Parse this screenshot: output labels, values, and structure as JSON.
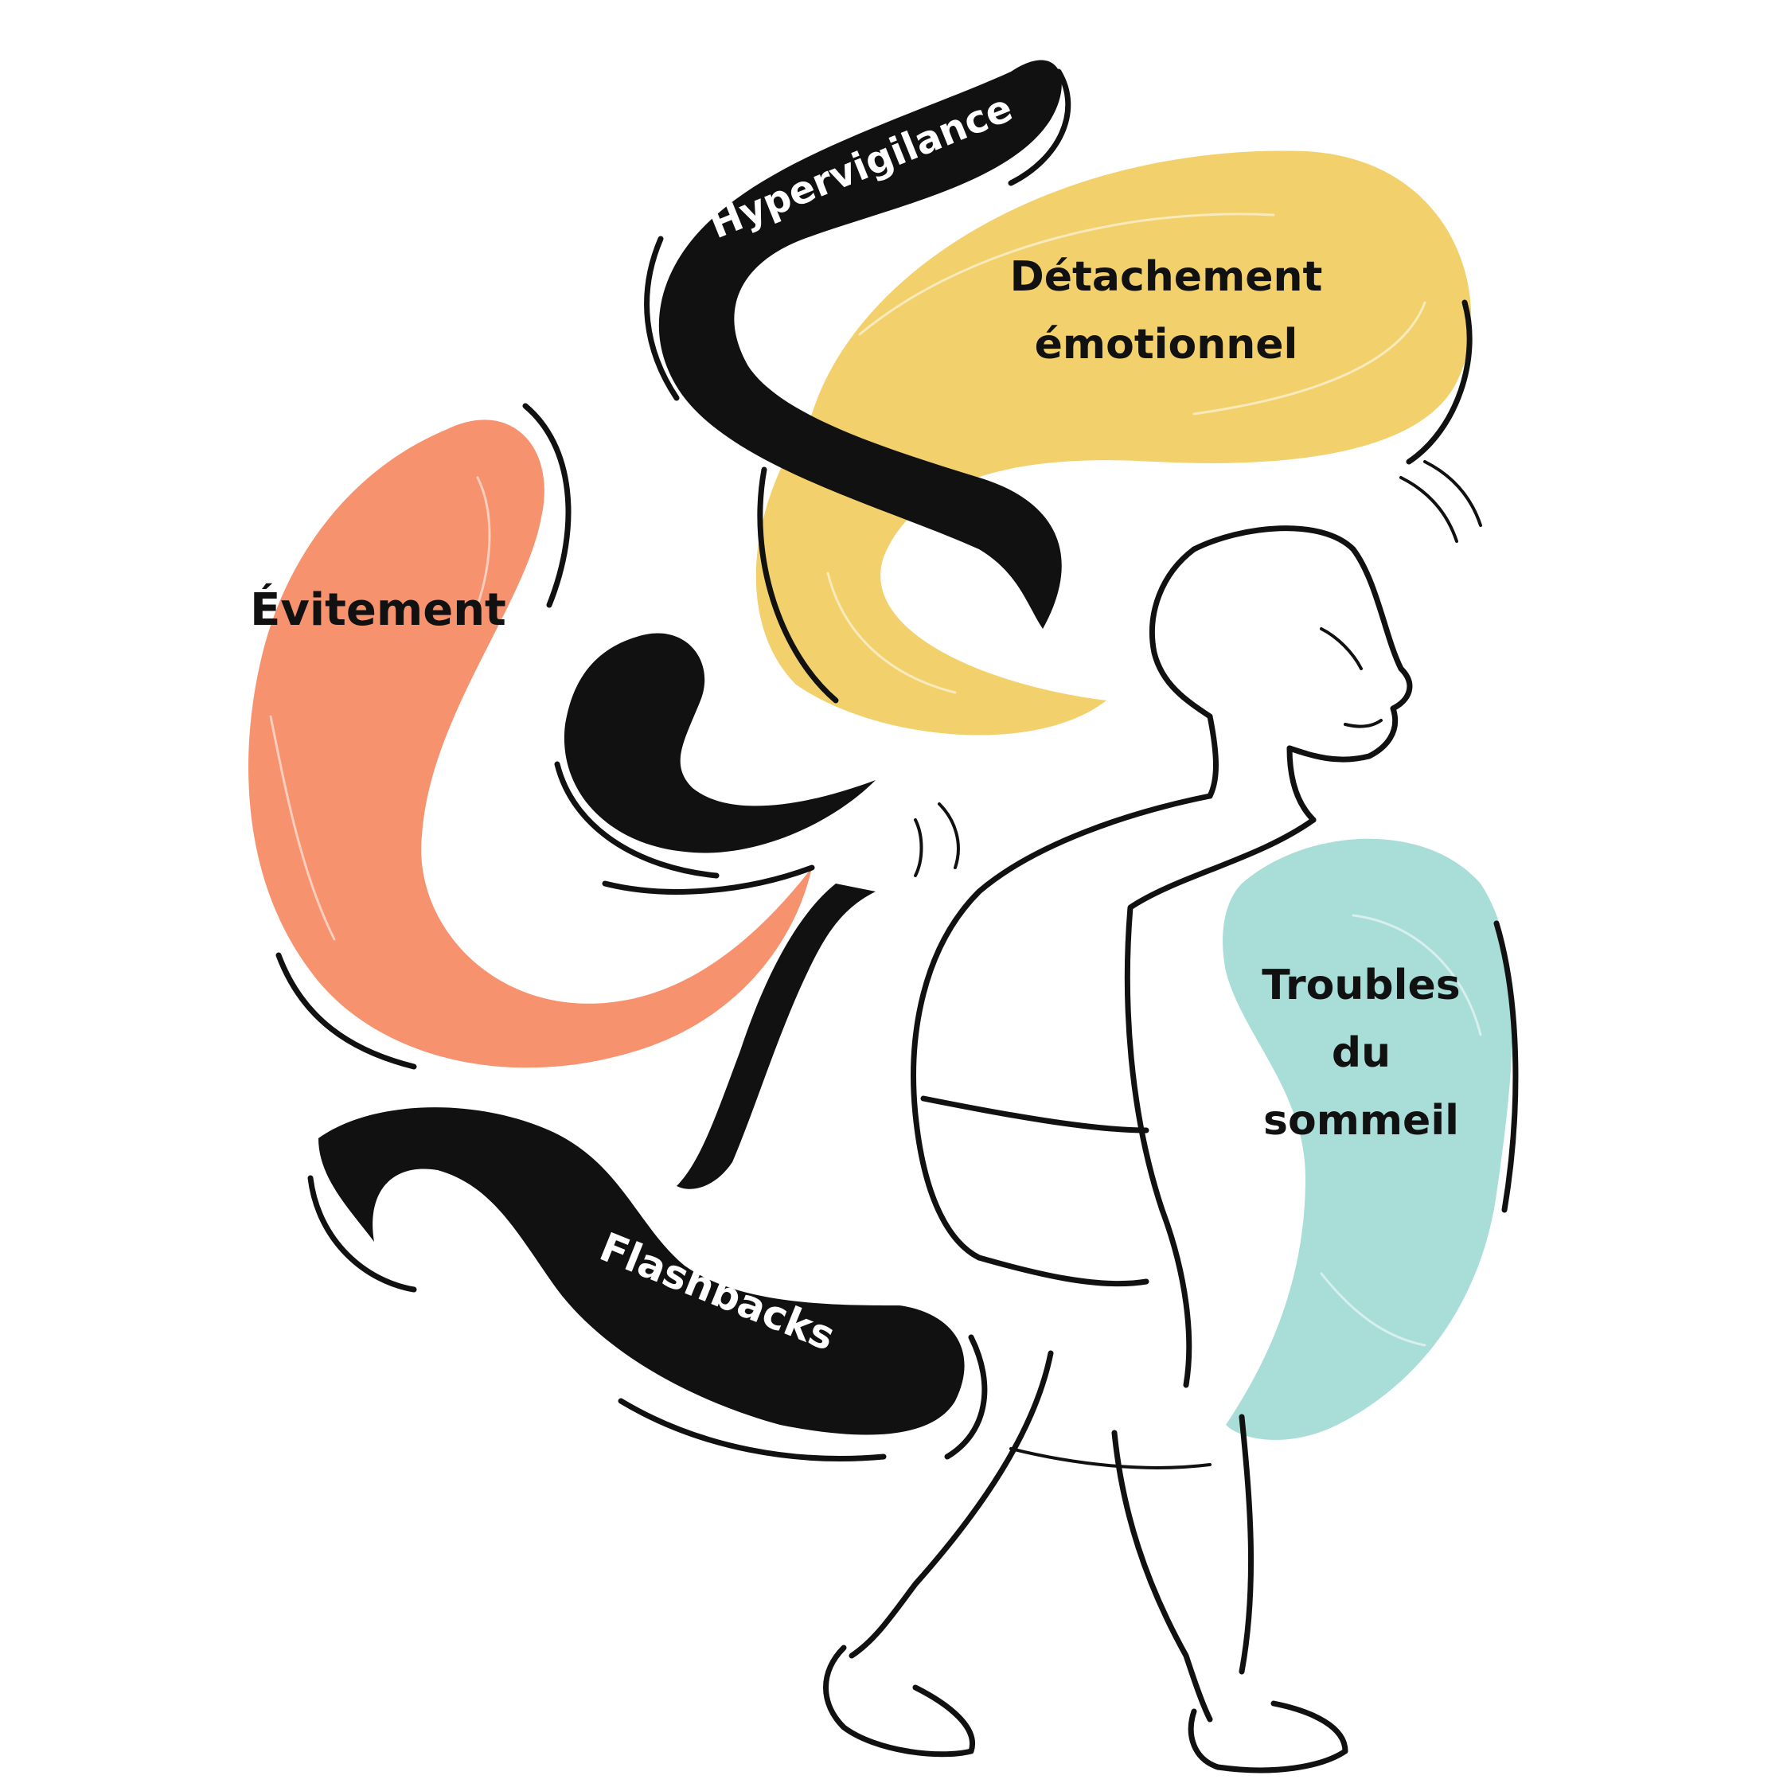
{
  "labels": {
    "hypervigilance": "Hypervigilance",
    "detachement_line1": "Détachement",
    "detachement_line2": "émotionnel",
    "evitement": "Évitement",
    "troubles_line1": "Troubles",
    "troubles_line2": "du",
    "troubles_line3": "sommeil",
    "flashbacks": "Flashbacks"
  },
  "colors": {
    "ink": "#111111",
    "yellow": "#f2d06b",
    "orange": "#f7926e",
    "teal": "#a8ddd8",
    "background": "#ffffff",
    "text_light": "#ffffff",
    "text_dark": "#111111"
  },
  "illustration": {
    "figure": "walking-person-illustration"
  }
}
